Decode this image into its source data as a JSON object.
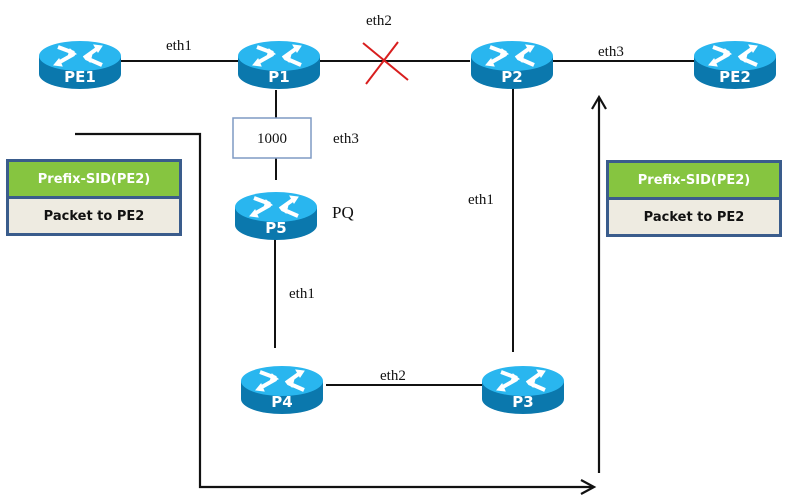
{
  "routers": [
    {
      "id": "PE1",
      "label": "PE1"
    },
    {
      "id": "P1",
      "label": "P1"
    },
    {
      "id": "P2",
      "label": "P2"
    },
    {
      "id": "PE2",
      "label": "PE2"
    },
    {
      "id": "P5",
      "label": "P5"
    },
    {
      "id": "P4",
      "label": "P4"
    },
    {
      "id": "P3",
      "label": "P3"
    }
  ],
  "links": [
    {
      "from": "PE1",
      "to": "P1",
      "label": "eth1",
      "failed": false
    },
    {
      "from": "P1",
      "to": "P2",
      "label": "eth2",
      "failed": true
    },
    {
      "from": "P2",
      "to": "PE2",
      "label": "eth3",
      "failed": false
    },
    {
      "from": "P1",
      "to": "P5",
      "label": "eth3",
      "failed": false,
      "metric": "1000"
    },
    {
      "from": "P5",
      "to": "P4",
      "label": "eth1",
      "failed": false
    },
    {
      "from": "P4",
      "to": "P3",
      "label": "eth2",
      "failed": false
    },
    {
      "from": "P3",
      "to": "P2",
      "label": "eth1",
      "failed": false
    }
  ],
  "annotations": {
    "pq_label": "PQ",
    "metric_box": "1000"
  },
  "label_stacks": [
    {
      "position": "ingress",
      "top": "Prefix-SID(PE2)",
      "bottom": "Packet to PE2"
    },
    {
      "position": "egress",
      "top": "Prefix-SID(PE2)",
      "bottom": "Packet to PE2"
    }
  ],
  "colors": {
    "router_top": "#29b6ef",
    "router_side": "#0b78ad",
    "failure_mark": "#d81e1e",
    "sid_green": "#86c540",
    "payload_beige": "#eeebe1",
    "stack_border": "#3a5c8c",
    "metric_box_border": "#7f9ac4"
  }
}
